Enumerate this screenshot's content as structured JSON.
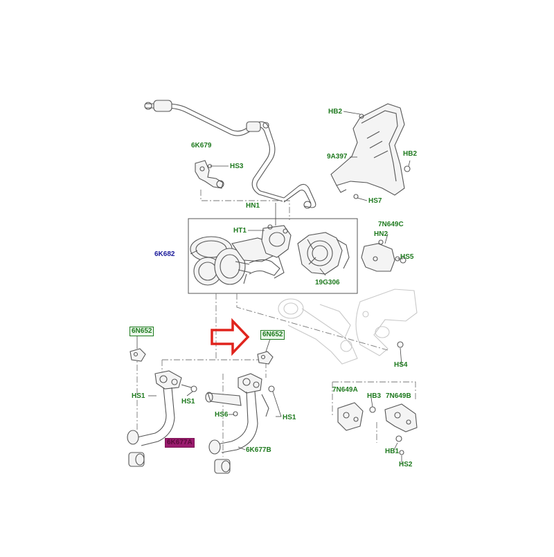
{
  "colors": {
    "label_green": "#1f7a1f",
    "label_blue": "#1a1a9a",
    "highlight": "#9a1b6e",
    "arrow": "#e0241d"
  },
  "labels": {
    "hb2_top": "HB2",
    "part_9a397": "9A397",
    "hb2_right": "HB2",
    "hs7": "HS7",
    "part_6k679": "6K679",
    "hs3": "HS3",
    "hn1": "HN1",
    "ht1": "HT1",
    "part_6k682": "6K682",
    "part_19g306": "19G306",
    "part_7n649c": "7N649C",
    "hn2": "HN2",
    "hs5": "HS5",
    "part_6n652_left": "6N652",
    "part_6n652_right": "6N652",
    "hs4": "HS4",
    "hs1_left": "HS1",
    "hs1_mid": "HS1",
    "hs6": "HS6",
    "hs1_right": "HS1",
    "part_6k677a": "6K677A",
    "part_6k677b": "6K677B",
    "part_7n649a": "7N649A",
    "hb3": "HB3",
    "part_7n649b": "7N649B",
    "hb1": "HB1",
    "hs2": "HS2"
  },
  "icons": {
    "callout_arrow": "right-arrow-outline-icon"
  }
}
